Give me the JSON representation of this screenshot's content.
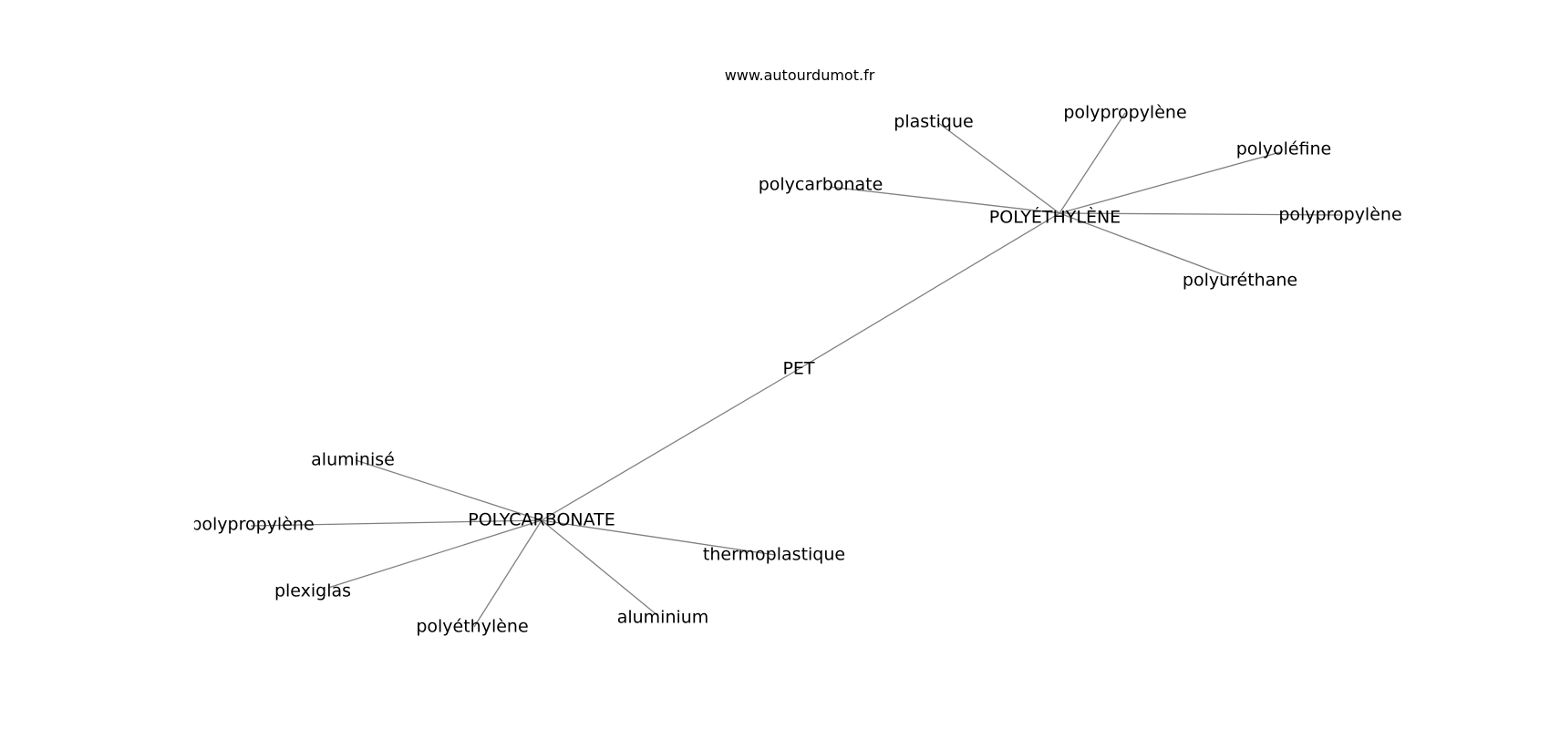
{
  "source": "www.autourdumot.fr",
  "graph": {
    "nodes": [
      {
        "id": "pet",
        "label": "PET"
      },
      {
        "id": "polyethylene-hub",
        "label": "POLYÉTHYLÈNE"
      },
      {
        "id": "polycarbonate-hub",
        "label": "POLYCARBONATE"
      },
      {
        "id": "plastique",
        "label": "plastique"
      },
      {
        "id": "polypropylene-top",
        "label": "polypropylène"
      },
      {
        "id": "polyolefine",
        "label": "polyoléfine"
      },
      {
        "id": "polycarbonate-leaf",
        "label": "polycarbonate"
      },
      {
        "id": "polypropylene-right",
        "label": "polypropylène"
      },
      {
        "id": "polyurethane",
        "label": "polyuréthane"
      },
      {
        "id": "aluminise",
        "label": "aluminisé"
      },
      {
        "id": "polypropylene-left",
        "label": "polypropylène"
      },
      {
        "id": "plexiglas",
        "label": "plexiglas"
      },
      {
        "id": "polyethylene-leaf",
        "label": "polyéthylène"
      },
      {
        "id": "aluminium",
        "label": "aluminium"
      },
      {
        "id": "thermoplastique",
        "label": "thermoplastique"
      }
    ],
    "edges": [
      [
        "pet",
        "polyethylene-hub"
      ],
      [
        "pet",
        "polycarbonate-hub"
      ],
      [
        "polyethylene-hub",
        "plastique"
      ],
      [
        "polyethylene-hub",
        "polypropylene-top"
      ],
      [
        "polyethylene-hub",
        "polyolefine"
      ],
      [
        "polyethylene-hub",
        "polycarbonate-leaf"
      ],
      [
        "polyethylene-hub",
        "polypropylene-right"
      ],
      [
        "polyethylene-hub",
        "polyurethane"
      ],
      [
        "polycarbonate-hub",
        "aluminise"
      ],
      [
        "polycarbonate-hub",
        "polypropylene-left"
      ],
      [
        "polycarbonate-hub",
        "plexiglas"
      ],
      [
        "polycarbonate-hub",
        "polyethylene-leaf"
      ],
      [
        "polycarbonate-hub",
        "aluminium"
      ],
      [
        "polycarbonate-hub",
        "thermoplastique"
      ]
    ]
  },
  "colors": {
    "edge": "#808080",
    "text": "#000000",
    "background": "#ffffff"
  }
}
